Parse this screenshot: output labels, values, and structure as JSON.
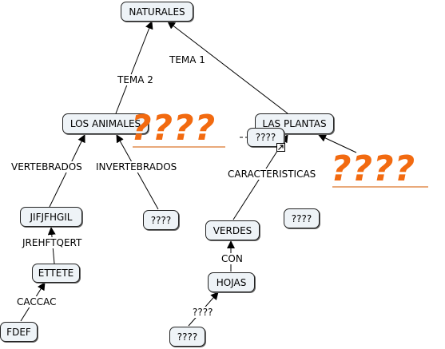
{
  "nodes": {
    "naturales": "NATURALES",
    "animales": "LOS ANIMALES",
    "plantas": "LAS PLANTAS",
    "q_plantas": "????",
    "q_invert": "????",
    "q_right": "????",
    "jif": "JIFJFHGIL",
    "ettete": "ETTETE",
    "fdef": "FDEF",
    "verdes": "VERDES",
    "hojas": "HOJAS",
    "q_bottom": "????"
  },
  "labels": {
    "tema1": "TEMA 1",
    "tema2": "TEMA 2",
    "vertebrados": "VERTEBRADOS",
    "invertebrados": "INVERTEBRADOS",
    "caracteristicas": "CARACTERISTICAS",
    "jrehftqert": "JREHFTQERT",
    "caccac": "CACCAC",
    "con": "CON",
    "q_link": "????"
  },
  "annotations": {
    "big_left": "????",
    "big_right": "????"
  },
  "colors": {
    "accent": "#f26a10",
    "node_fill": "#eef3f7"
  }
}
